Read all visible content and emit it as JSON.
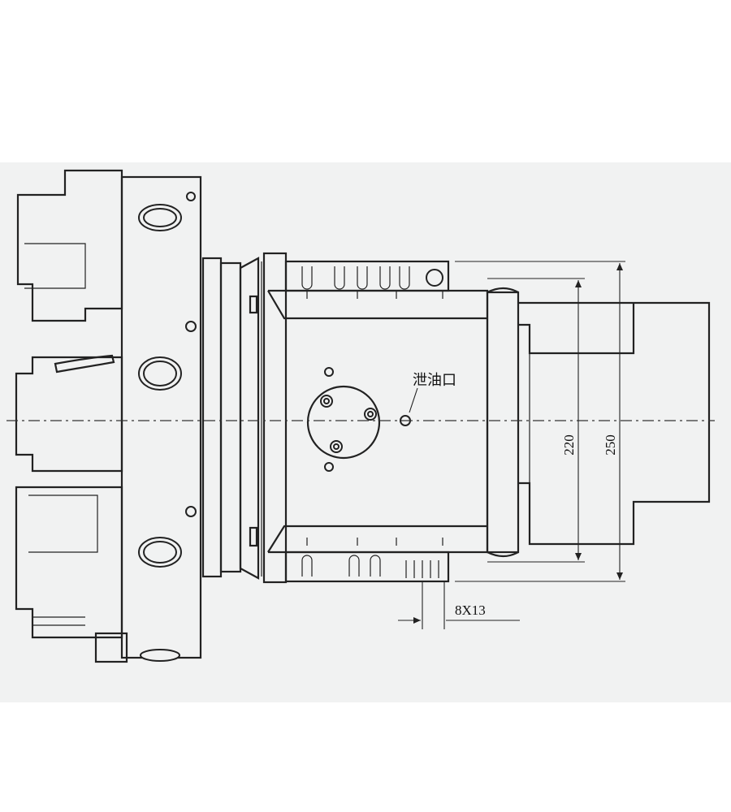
{
  "labels": {
    "drain_port": "泄油口",
    "slot_spec": "8X13",
    "dim_inner": "220",
    "dim_outer": "250"
  }
}
